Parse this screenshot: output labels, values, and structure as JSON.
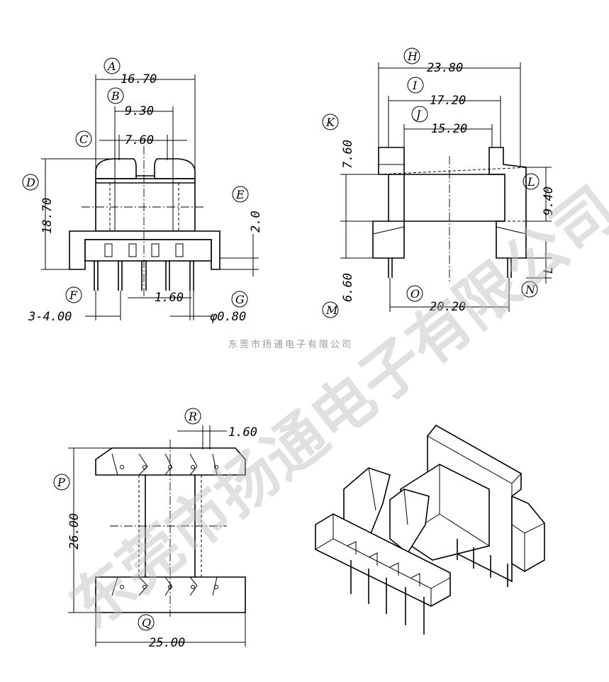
{
  "front_view": {
    "dimensions": {
      "A": "16.70",
      "B": "9.30",
      "C": "7.60",
      "D": "18.70",
      "E": "2.0",
      "F": "3-4.00",
      "F2": "1.60",
      "G": "φ0.80"
    },
    "refs": [
      "A",
      "B",
      "C",
      "D",
      "E",
      "F",
      "G"
    ]
  },
  "side_view": {
    "dimensions": {
      "H": "23.80",
      "I": "17.20",
      "J": "15.20",
      "K": "7.60",
      "L": "9.40",
      "L2": "L",
      "M": "6.60",
      "O": "20.20"
    },
    "refs": [
      "H",
      "I",
      "J",
      "K",
      "L",
      "M",
      "N",
      "O"
    ]
  },
  "top_view": {
    "dimensions": {
      "R": "1.60",
      "P": "26.00",
      "Q": "25.00"
    },
    "refs": [
      "R",
      "P",
      "Q"
    ]
  },
  "watermark": {
    "large": "东莞市扬通电子有限公司",
    "small": "东莞市扬通电子有限公司"
  }
}
